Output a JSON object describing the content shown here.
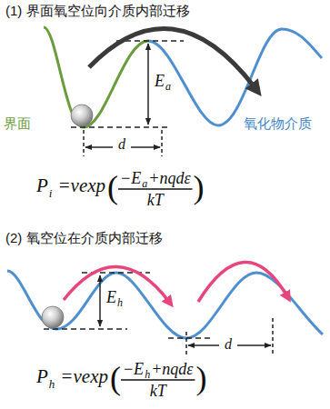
{
  "diagram": {
    "labels": [
      "(1) 界面氧空位向介质内部迁移",
      "界面",
      "E",
      "a",
      "d",
      "氧化物介质",
      "P",
      "i",
      "=νexp",
      "(",
      "−E",
      "a",
      "+nqdε",
      "kT",
      ")",
      "(2) 氧空位在介质内部迁移",
      "E",
      "h",
      "d",
      "P",
      "h",
      "=νexp",
      "(",
      "−E",
      "h",
      "+nqdε",
      "kT",
      ")"
    ]
  }
}
